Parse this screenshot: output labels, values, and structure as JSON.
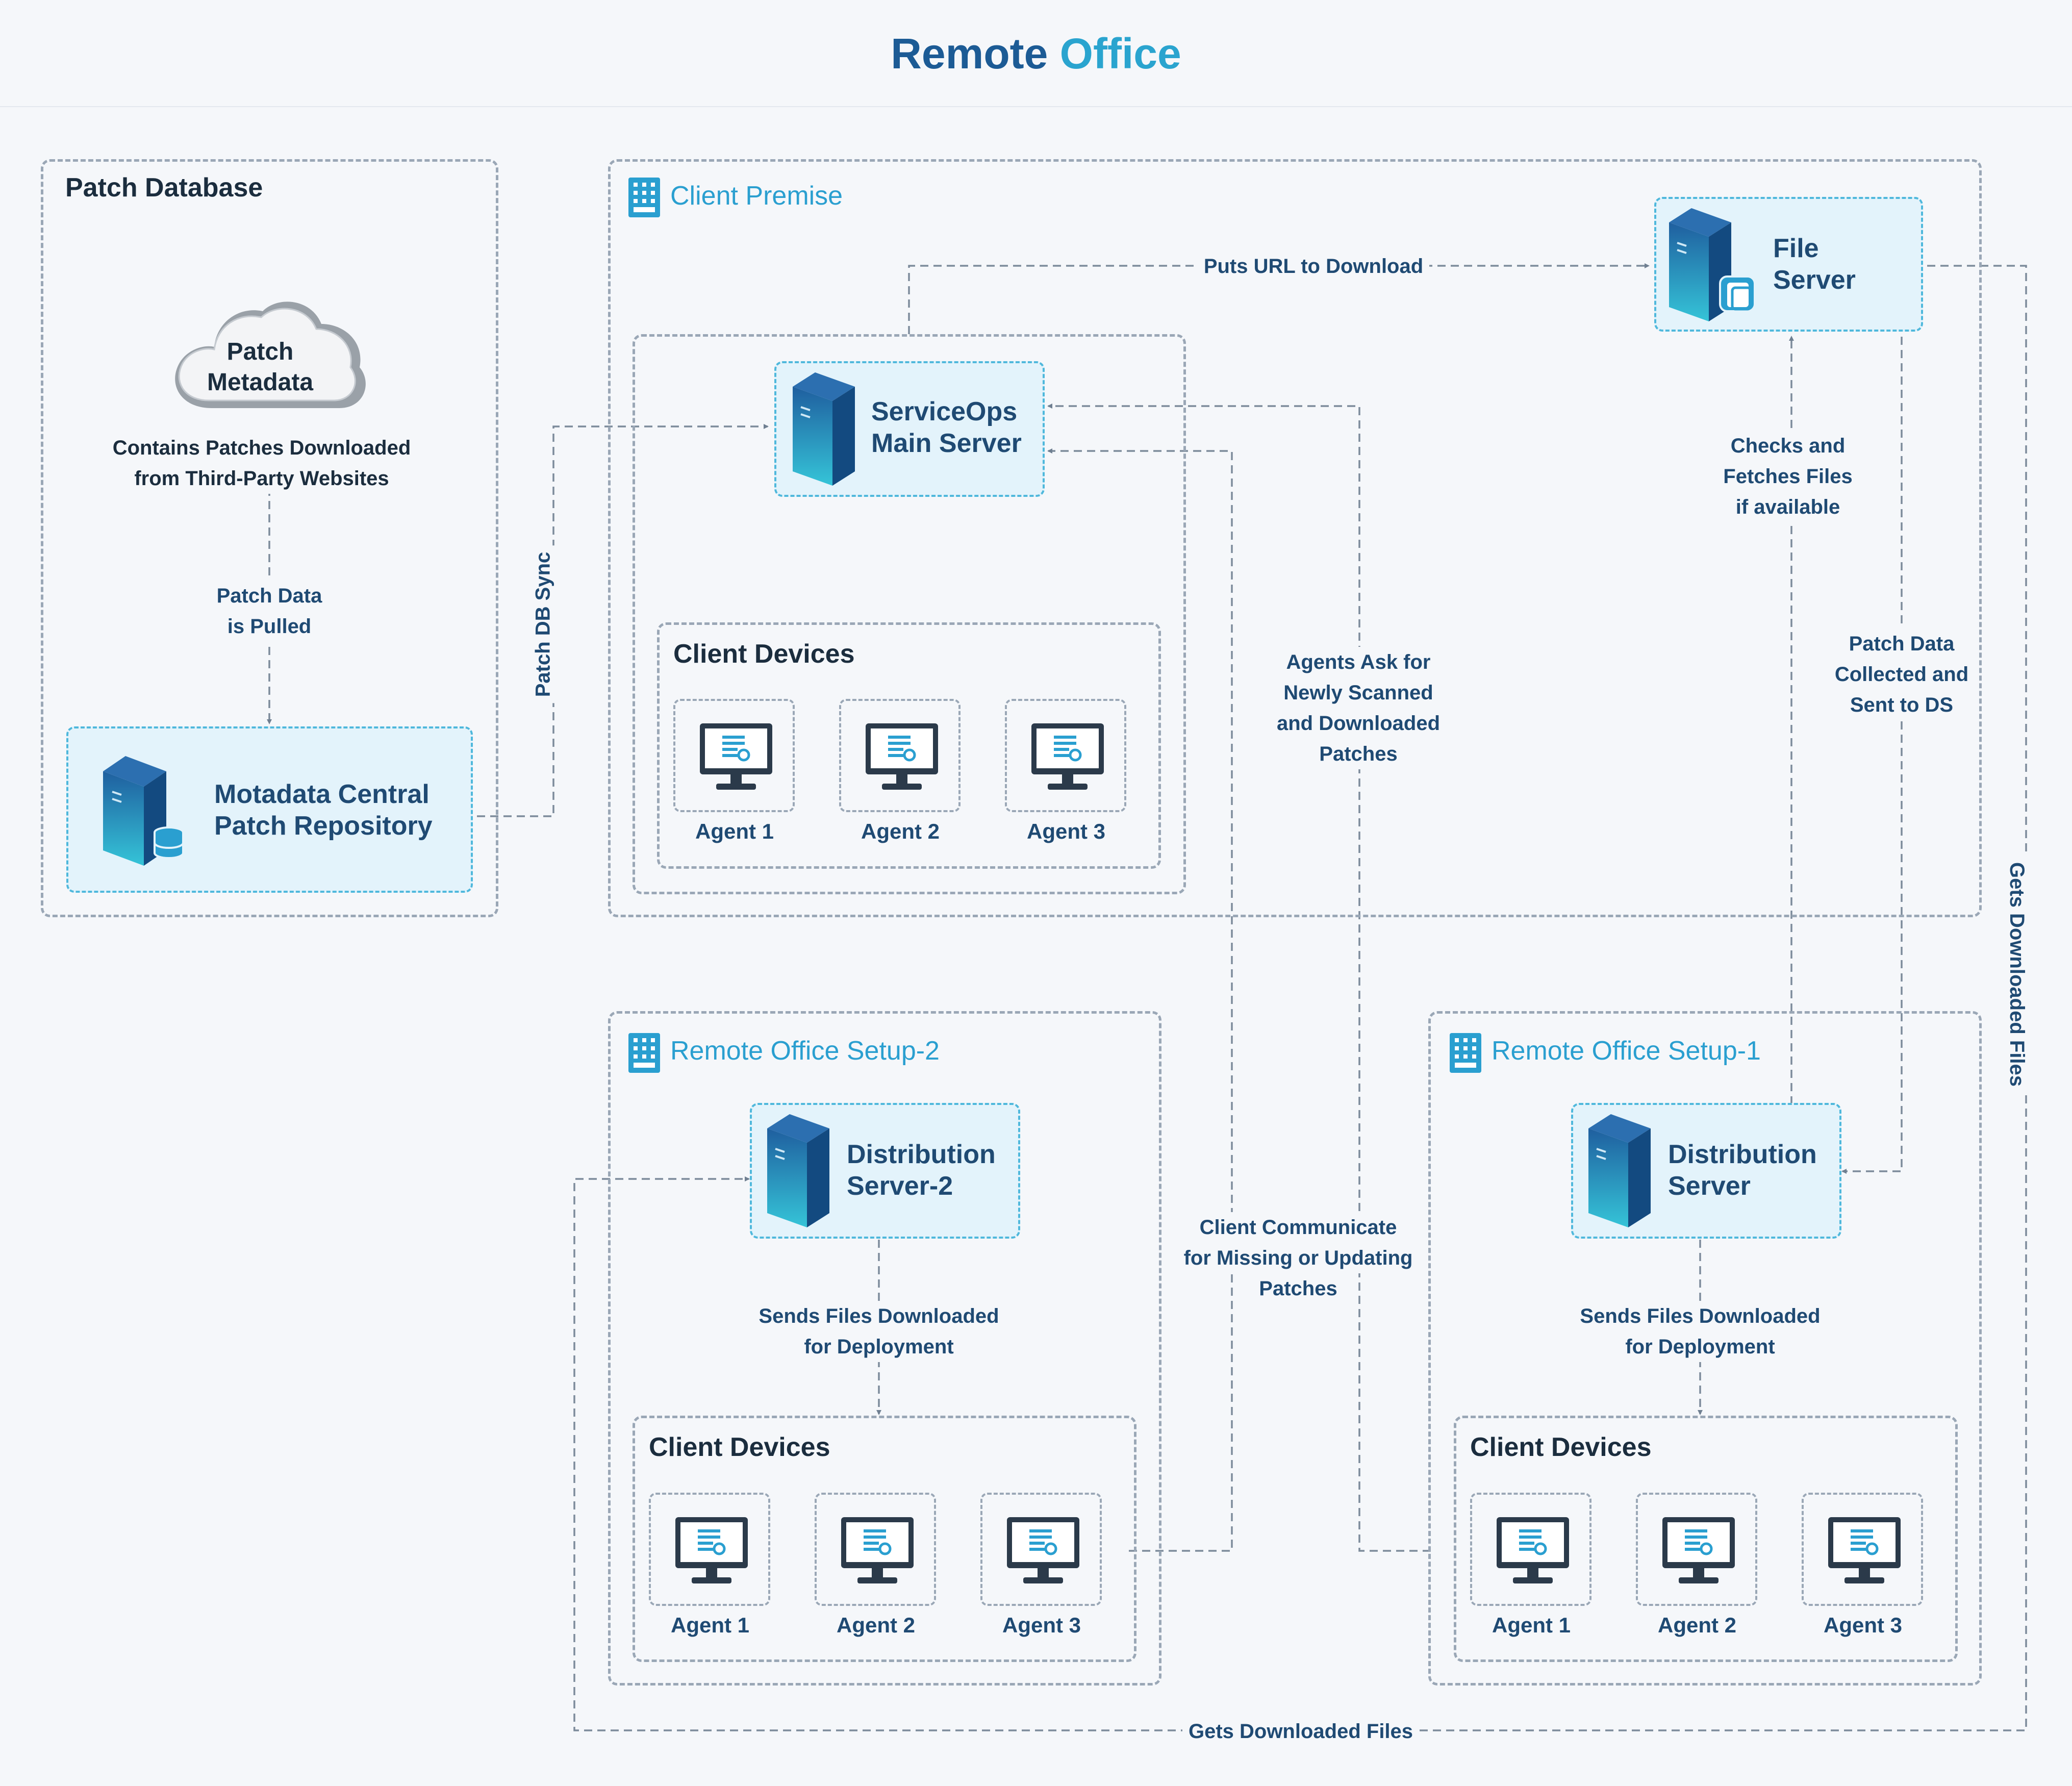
{
  "header": {
    "title_part1": "Remote",
    "title_part2": "Office"
  },
  "patch_database": {
    "title": "Patch Database",
    "cloud_label_line1": "Patch",
    "cloud_label_line2": "Metadata",
    "desc_line1": "Contains Patches Downloaded",
    "desc_line2": "from Third-Party Websites",
    "pulled_line1": "Patch Data",
    "pulled_line2": "is Pulled",
    "repo_line1": "Motadata Central",
    "repo_line2": "Patch Repository"
  },
  "client_premise": {
    "title": "Client Premise",
    "main_server_line1": "ServiceOps",
    "main_server_line2": "Main Server",
    "file_server_line1": "File",
    "file_server_line2": "Server",
    "devices_title": "Client Devices",
    "agents": [
      "Agent 1",
      "Agent 2",
      "Agent 3"
    ]
  },
  "remote_setup_2": {
    "title": "Remote Office Setup-2",
    "server_line1": "Distribution",
    "server_line2": "Server-2",
    "sends_line1": "Sends Files Downloaded",
    "sends_line2": "for Deployment",
    "devices_title": "Client Devices",
    "agents": [
      "Agent 1",
      "Agent 2",
      "Agent 3"
    ]
  },
  "remote_setup_1": {
    "title": "Remote Office Setup-1",
    "server_line1": "Distribution",
    "server_line2": "Server",
    "sends_line1": "Sends Files Downloaded",
    "sends_line2": "for Deployment",
    "devices_title": "Client Devices",
    "agents": [
      "Agent 1",
      "Agent 2",
      "Agent 3"
    ]
  },
  "connectors": {
    "patch_db_sync": "Patch DB Sync",
    "puts_url": "Puts URL to Download",
    "checks_line1": "Checks and",
    "checks_line2": "Fetches Files",
    "checks_line3": "if  available",
    "collected_line1": "Patch Data",
    "collected_line2": "Collected and",
    "collected_line3": "Sent to DS",
    "agents_ask_line1": "Agents Ask for",
    "agents_ask_line2": "Newly Scanned",
    "agents_ask_line3": "and Downloaded",
    "agents_ask_line4": "Patches",
    "client_comm_line1": "Client Communicate",
    "client_comm_line2": "for Missing or Updating",
    "client_comm_line3": "Patches",
    "gets_files_vertical": "Gets Downloaded Files",
    "gets_files_bottom": "Gets Downloaded Files"
  },
  "colors": {
    "title_dark": "#1c5b95",
    "title_light": "#2aa4cf",
    "text_dark": "#1f4a73",
    "accent": "#2a9fd0",
    "server_fill": "#e3f3fb",
    "dashed_border": "#9aa7b6"
  }
}
